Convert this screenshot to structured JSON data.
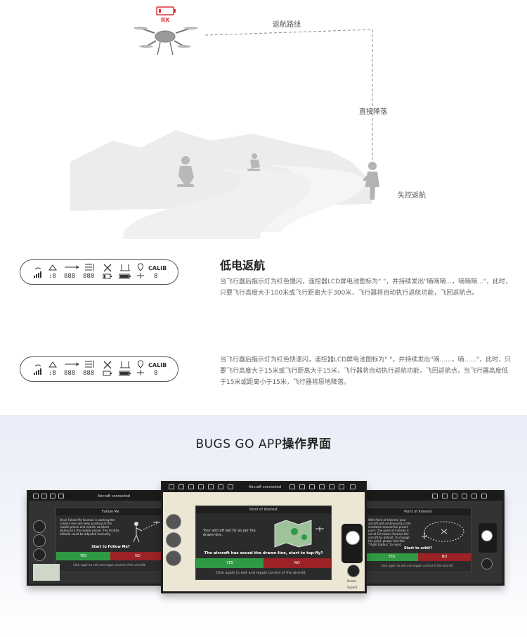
{
  "illustration": {
    "battery_badge": "RX",
    "return_route_label": "返航路线",
    "direct_landing_label": "直接降落",
    "signal_loss_label": "失控返航"
  },
  "lcd": {
    "calib_label": "CALIB",
    "digits_a": ":8",
    "digits_b": "888",
    "digits_c": "888",
    "digit_d": "8"
  },
  "low_battery": {
    "title": "低电返航",
    "paragraph1": "当飞行器后指示灯为红色慢闪，遥控器LCD屏电池图标为\"  \"，并持续发出\"嘀嘀嘀...，嘀嘀嘀...\"，此时，只要飞行高度大于100米或飞行距离大于300米，飞行器将自动执行返航功能，飞回返航点。",
    "paragraph2": "当飞行器后指示灯为红色快速闪，遥控器LCD屏电池图标为\"  \"，并持续发出\"嘀......，嘀......\"，此时，只要飞行高度大于15米或飞行距离大于15米，飞行器将自动执行返航功能，飞回返航点，当飞行器高度低于15米或距离小于15米，飞行器将原地降落。"
  },
  "app": {
    "title_latin": "BUGS GO APP",
    "title_cjk": "操作界面",
    "status": "Aircraft connected",
    "left": {
      "dialog_title": "Follow Me",
      "body": "Once Follow Me function is working the camera lens will keep pointing at the mobile phone and remain constant distance to the mobile phone. The throttle altitude could be adjusted manually.",
      "question": "Start to Follow Me?",
      "yes": "YES",
      "no": "NO",
      "hint": "Click        again to exit and regain control of the aircraft."
    },
    "center": {
      "dialog_title": "Point of Interest",
      "body": "Your aircraft will fly as per the drawn-line.",
      "question": "The aircraft has saved the drawn-line, start to tap-fly?",
      "yes": "YES",
      "no": "NO",
      "hint": "Click        again to exit and regain control of the aircraft.",
      "delete_label": "Delete",
      "submit_label": "Submit"
    },
    "right": {
      "dialog_title": "Point of Interest",
      "body": "With Point of Interest, your aircraft will continuously circle clockwise around the preset point. The point of interest is set at 10 meters forward the aircraft by default. To change the point, please click the \"Flight Radius\" to reset.",
      "question": "Start to orbit?",
      "yes": "YES",
      "no": "NO",
      "hint": "Click        again to exit and regain control of the aircraft."
    }
  }
}
